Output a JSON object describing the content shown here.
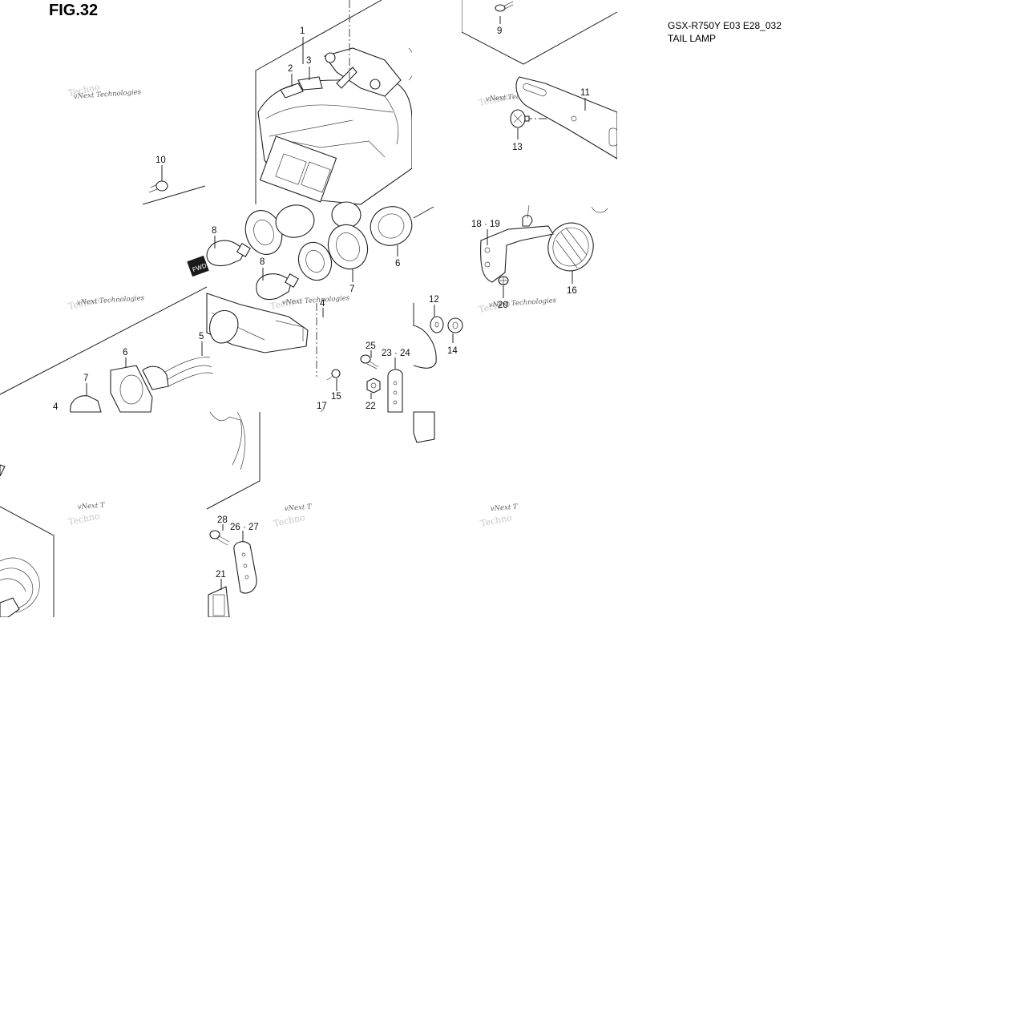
{
  "header": {
    "figure_label": "FIG.32",
    "model_code": "GSX-R750Y E03 E28_032",
    "section_title": "TAIL LAMP"
  },
  "watermark": {
    "text": "vNext Technologies",
    "short_text": "vNext T",
    "faded_text": "Techno"
  },
  "callouts": {
    "c1": "1",
    "c2": "2",
    "c3": "3",
    "c4a": "4",
    "c4b": "4",
    "c5": "5",
    "c6a": "6",
    "c6b": "6",
    "c7a": "7",
    "c7b": "7",
    "c8a": "8",
    "c8b": "8",
    "c9": "9",
    "c10": "10",
    "c11": "11",
    "c12": "12",
    "c13": "13",
    "c14": "14",
    "c15": "15",
    "c16": "16",
    "c17": "17",
    "c18_19": "18 · 19",
    "c20": "20",
    "c21": "21",
    "c22": "22",
    "c23_24": "23 · 24",
    "c25": "25",
    "c26_27": "26 · 27",
    "c28": "28"
  },
  "labels": {
    "fwd_mark": "FWD"
  },
  "icons": {
    "bulb": "bulb-icon",
    "screw": "screw-icon",
    "washer": "washer-icon",
    "nut": "nut-icon"
  }
}
